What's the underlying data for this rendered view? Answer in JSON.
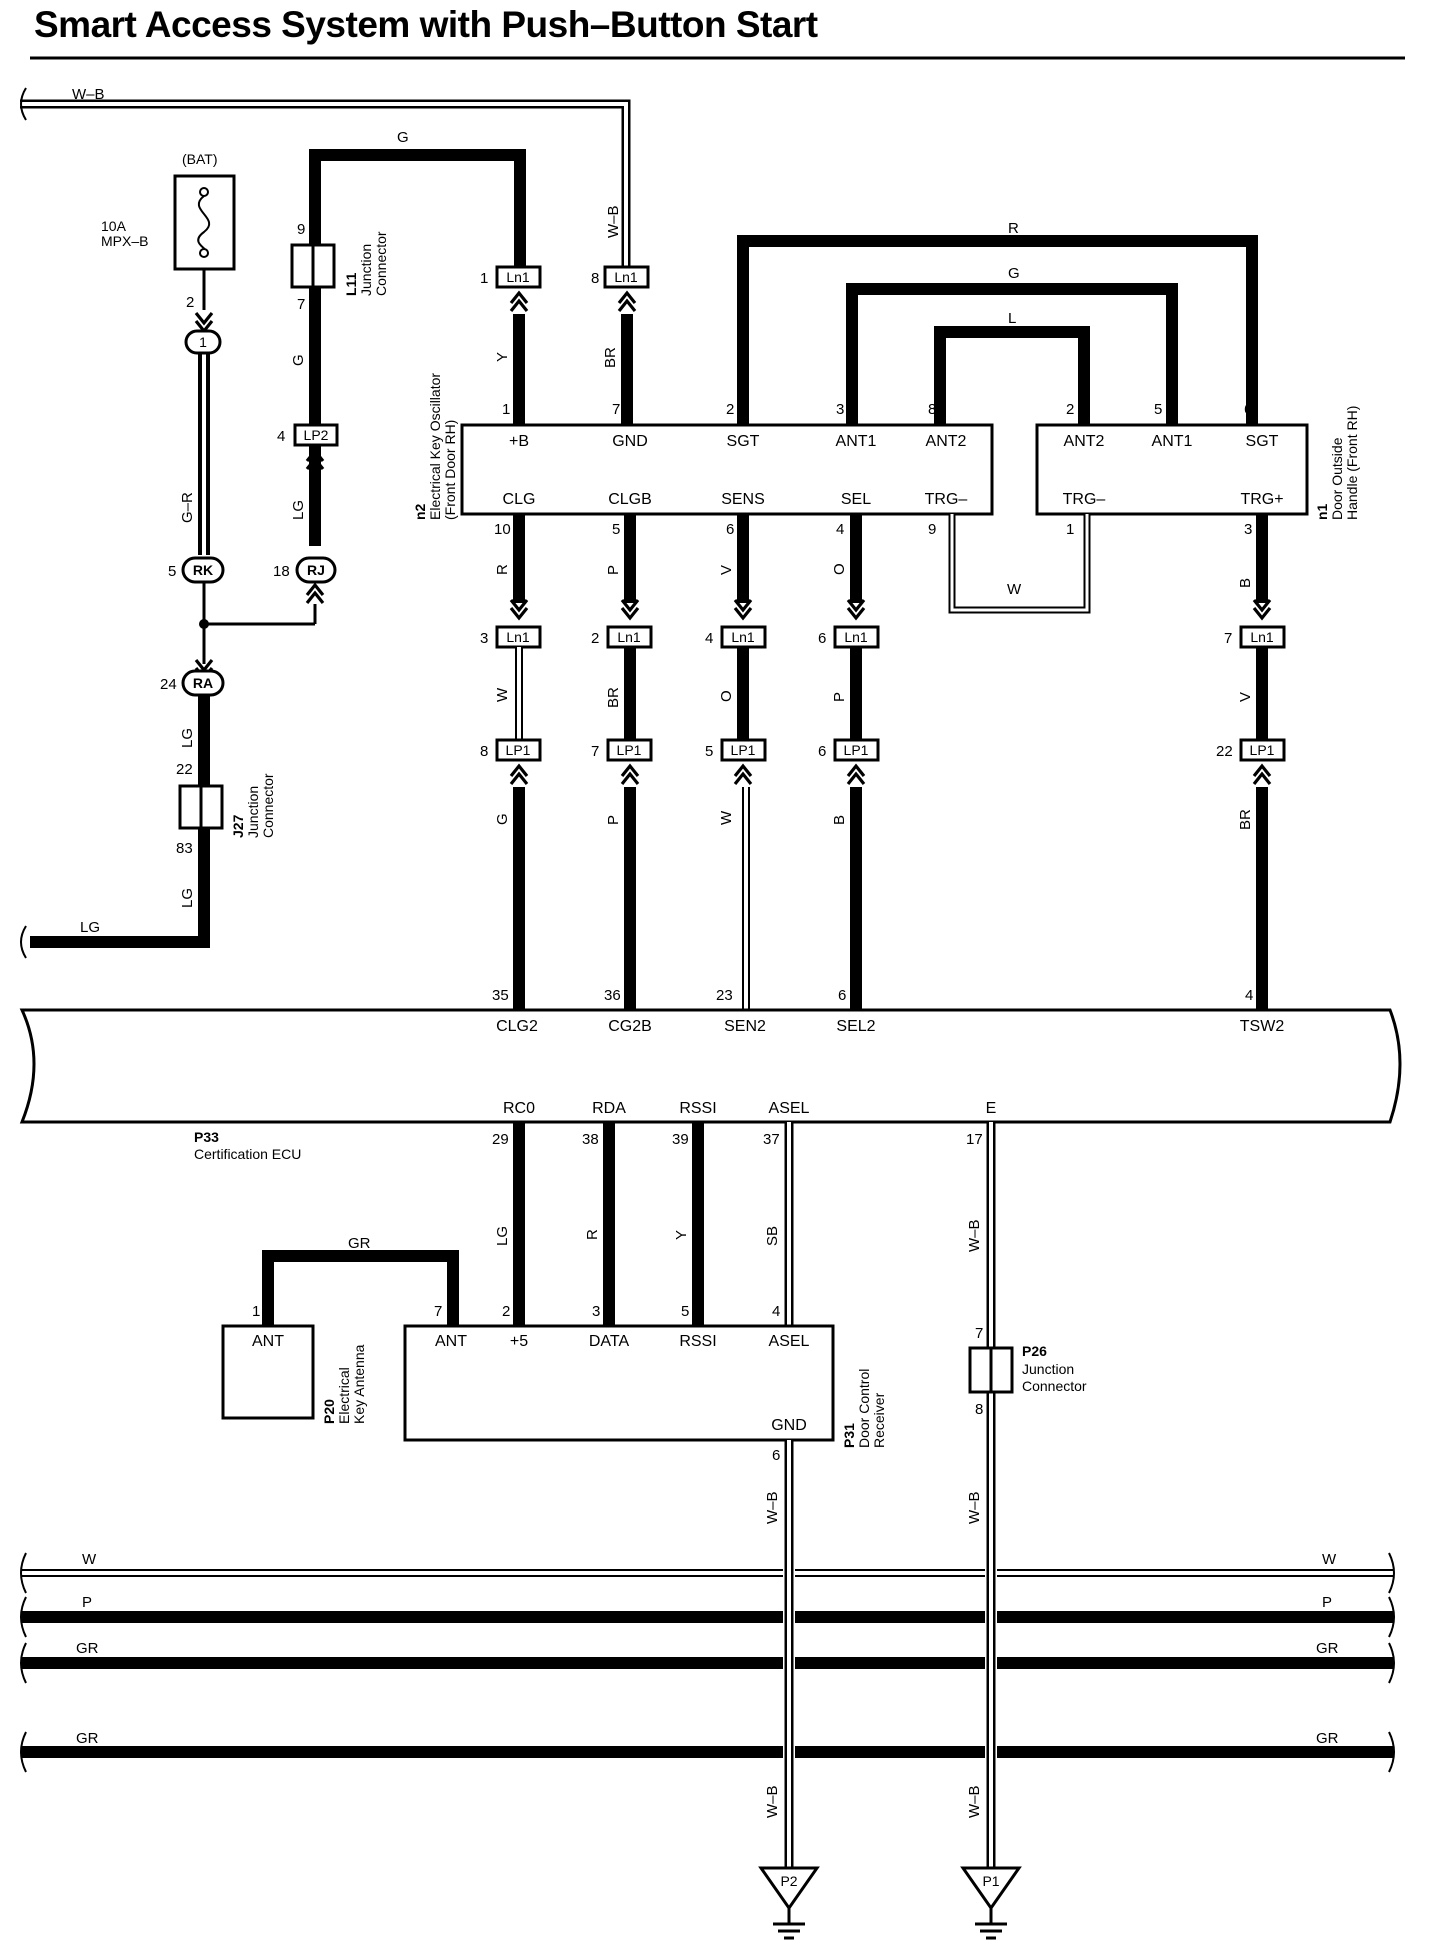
{
  "title": "Smart Access System with Push–Button Start",
  "wire_labels": {
    "wb_top": "W–B",
    "g_top": "G",
    "wb_v": "W–B",
    "r_top": "R",
    "g_mid": "G",
    "l_top": "L",
    "y": "Y",
    "br": "BR",
    "gl11": "G",
    "gr": "G–R",
    "lg_lp2": "LG",
    "r_clg": "R",
    "p_clgb": "P",
    "v_sens": "V",
    "o_sel": "O",
    "b_trg": "B",
    "w_loop": "W",
    "w_a": "W",
    "br_b": "BR",
    "o_c": "O",
    "p_d": "P",
    "v_e": "V",
    "g_a": "G",
    "p_b": "P",
    "w_c": "W",
    "b_d": "B",
    "br_e": "BR",
    "lg_a": "LG",
    "lg_b": "LG",
    "lg_left": "LG",
    "lg_rc0": "LG",
    "r_rda": "R",
    "y_rssi": "Y",
    "sb_asel": "SB",
    "gr_ant": "GR",
    "wb_e": "W–B",
    "wb_gnd": "W–B",
    "wb_p26": "W–B",
    "wb_p2": "W–B",
    "wb_p1": "W–B",
    "bus_w_l": "W",
    "bus_w_r": "W",
    "bus_p_l": "P",
    "bus_p_r": "P",
    "bus_gr1_l": "GR",
    "bus_gr1_r": "GR",
    "bus_gr2_l": "GR",
    "bus_gr2_r": "GR"
  },
  "pin_numbers": {
    "bat_2": "2",
    "l11_9": "9",
    "l11_7": "7",
    "lp2_4": "4",
    "ln1_1": "1",
    "ln1_8": "8",
    "n2_1": "1",
    "n2_7": "7",
    "n2_2": "2",
    "n2_3": "3",
    "n2_8": "8",
    "n1_2": "2",
    "n1_5": "5",
    "n1_6": "6",
    "n2_10": "10",
    "n2_5": "5",
    "n2_6": "6",
    "n2_4": "4",
    "n2_9": "9",
    "n1_1": "1",
    "n1_3": "3",
    "rk_5": "5",
    "rj_18": "18",
    "ra_24": "24",
    "ln1_3": "3",
    "ln1_2": "2",
    "ln1_4": "4",
    "ln1_6": "6",
    "ln1_7": "7",
    "lp1_8": "8",
    "lp1_7": "7",
    "lp1_5": "5",
    "lp1_6": "6",
    "lp1_22": "22",
    "j27_22": "22",
    "j27_83": "83",
    "ecu_35": "35",
    "ecu_36": "36",
    "ecu_23": "23",
    "ecu_6": "6",
    "ecu_4": "4",
    "ecu_29": "29",
    "ecu_38": "38",
    "ecu_39": "39",
    "ecu_37": "37",
    "ecu_17": "17",
    "p20_1": "1",
    "p31_7": "7",
    "p31_2": "2",
    "p31_3": "3",
    "p31_5": "5",
    "p31_4": "4",
    "p31_6": "6",
    "p26_7": "7",
    "p26_8": "8"
  },
  "connector_tags": {
    "c1": "1",
    "rk": "RK",
    "rj": "RJ",
    "ra": "RA",
    "lp2": "LP2",
    "ln1_1": "Ln1",
    "ln1_8": "Ln1",
    "ln1_3": "Ln1",
    "ln1_2": "Ln1",
    "ln1_4": "Ln1",
    "ln1_6": "Ln1",
    "ln1_7": "Ln1",
    "lp1_8": "LP1",
    "lp1_7": "LP1",
    "lp1_5": "LP1",
    "lp1_6": "LP1",
    "lp1_22": "LP1",
    "p2": "P2",
    "p1": "P1"
  },
  "terminals": {
    "n2_top": [
      "+B",
      "GND",
      "SGT",
      "ANT1",
      "ANT2"
    ],
    "n2_bot": [
      "CLG",
      "CLGB",
      "SENS",
      "SEL",
      "TRG–"
    ],
    "n1_top": [
      "ANT2",
      "ANT1",
      "SGT"
    ],
    "n1_bot": [
      "TRG–",
      "TRG+"
    ],
    "ecu_top": [
      "CLG2",
      "CG2B",
      "SEN2",
      "SEL2",
      "TSW2"
    ],
    "ecu_bot": [
      "RC0",
      "RDA",
      "RSSI",
      "ASEL",
      "E"
    ],
    "p31_top": [
      "ANT",
      "+5",
      "DATA",
      "RSSI",
      "ASEL"
    ],
    "p31_gnd": "GND",
    "p20": "ANT"
  },
  "components": {
    "bat": "(BAT)",
    "fuse_amp": "10A",
    "fuse_name": "MPX–B",
    "l11_code": "L11",
    "l11_l1": "Junction",
    "l11_l2": "Connector",
    "n2_code": "n2",
    "n2_l1": "Electrical Key Oscillator",
    "n2_l2": "(Front Door RH)",
    "n1_code": "n1",
    "n1_l1": "Door Outside",
    "n1_l2": "Handle (Front RH)",
    "j27_code": "J27",
    "j27_l1": "Junction",
    "j27_l2": "Connector",
    "ecu_code": "P33",
    "ecu_name": "Certification ECU",
    "p20_code": "P20",
    "p20_l1": "Electrical",
    "p20_l2": "Key Antenna",
    "p31_code": "P31",
    "p31_l1": "Door Control",
    "p31_l2": "Receiver",
    "p26_code": "P26",
    "p26_l1": "Junction",
    "p26_l2": "Connector"
  }
}
